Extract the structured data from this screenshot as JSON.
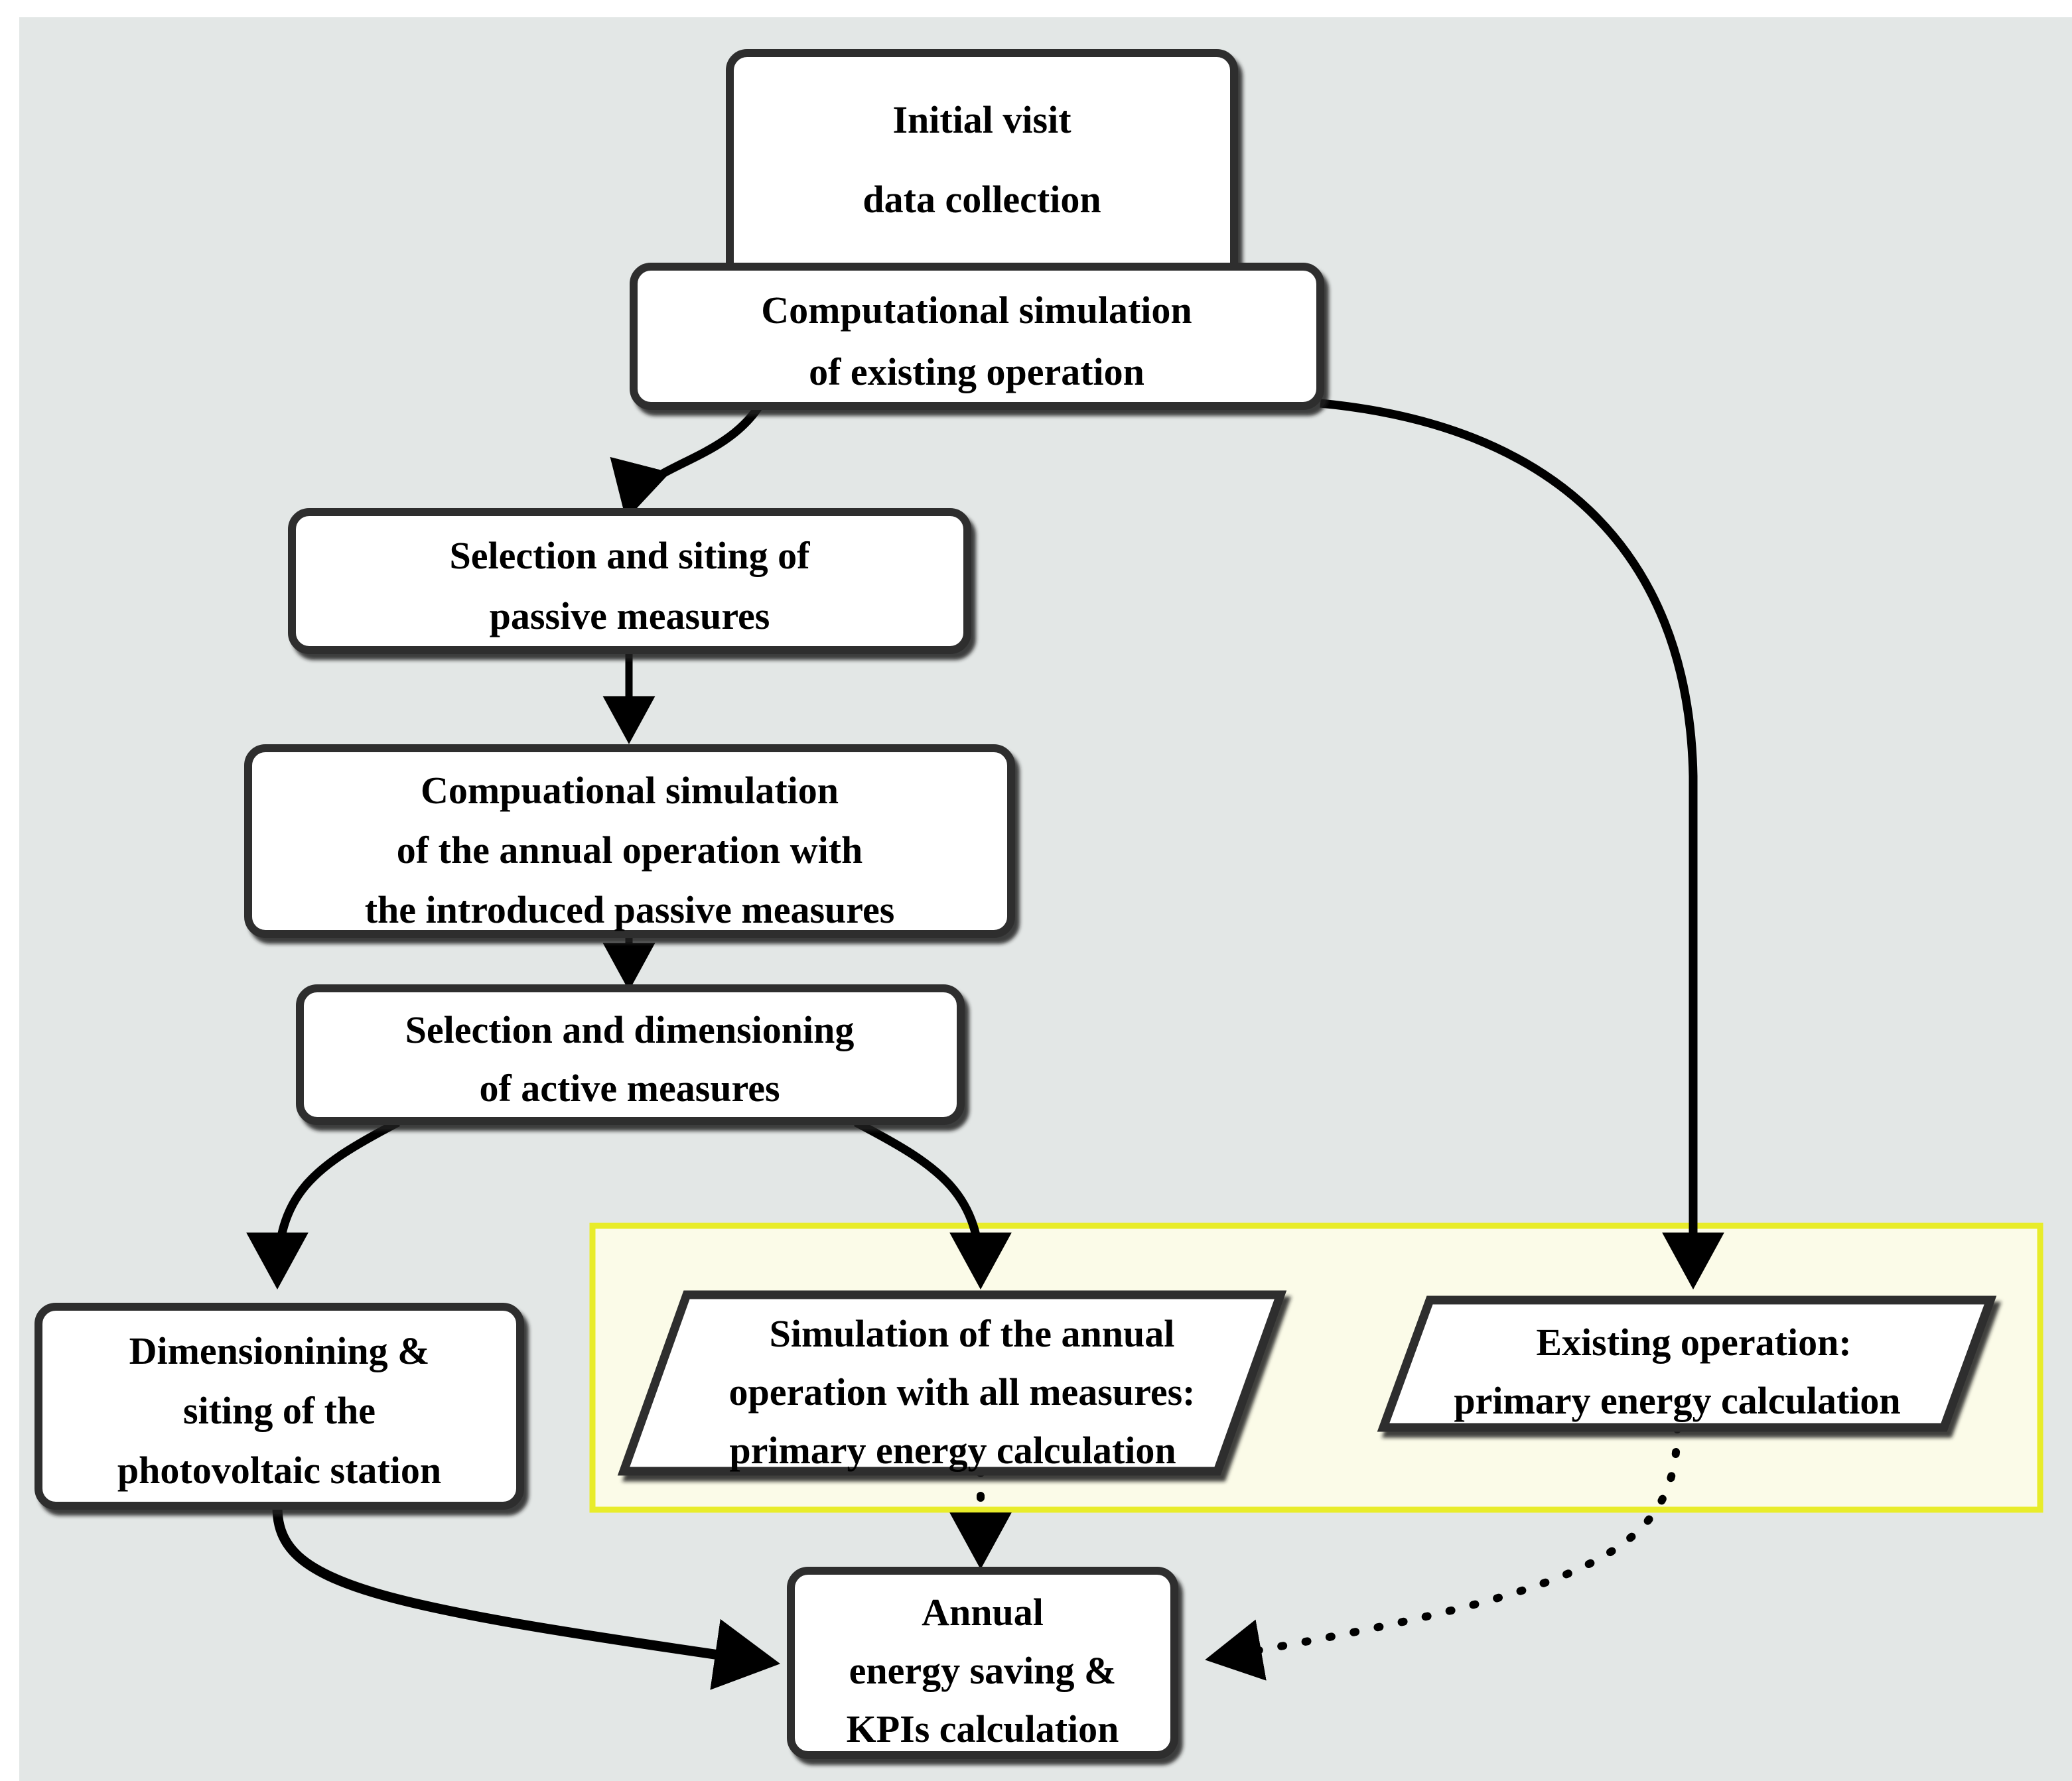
{
  "diagram": {
    "title": "Energy audit methodology flowchart",
    "background_color": "#e3e7e6",
    "page_color": "#ffffff",
    "highlight_group_fill": "#fbfbe8",
    "highlight_group_stroke": "#e8ec2a",
    "node_fill": "#ffffff",
    "node_stroke": "#2e2e2e",
    "connector_color": "#000000"
  },
  "nodes": [
    {
      "id": "initial-visit",
      "shape": "rounded-rect",
      "lines": [
        "Initial visit",
        "data collection"
      ]
    },
    {
      "id": "computational-simulation-existing",
      "shape": "rounded-rect",
      "lines": [
        "Computational simulation",
        "of existing operation"
      ]
    },
    {
      "id": "selection-siting-passive",
      "shape": "rounded-rect",
      "lines": [
        "Selection and siting of",
        "passive measures"
      ]
    },
    {
      "id": "compuational-simulation-annual-passive",
      "shape": "rounded-rect",
      "lines": [
        "Compuational simulation",
        "of the annual operation with",
        "the introduced passive measures"
      ]
    },
    {
      "id": "selection-dimensioning-active",
      "shape": "rounded-rect",
      "lines": [
        "Selection and dimensioning",
        "of active measures"
      ]
    },
    {
      "id": "dimensioning-siting-photovoltaic",
      "shape": "rounded-rect",
      "lines": [
        "Dimensionining &",
        "siting of the",
        "photovoltaic station"
      ]
    },
    {
      "id": "simulation-annual-all-measures",
      "shape": "parallelogram",
      "lines": [
        "Simulation of the annual",
        "operation with all measures:",
        "primary energy calculation"
      ]
    },
    {
      "id": "existing-operation-primary-energy",
      "shape": "parallelogram",
      "lines": [
        "Existing operation:",
        "primary energy calculation"
      ]
    },
    {
      "id": "annual-energy-saving-kpis",
      "shape": "rounded-rect",
      "lines": [
        "Annual",
        "energy saving &",
        "KPIs calculation"
      ]
    }
  ],
  "edges": [
    {
      "id": "e1",
      "from": "initial-visit",
      "to": "computational-simulation-existing",
      "style": "solid"
    },
    {
      "id": "e2",
      "from": "computational-simulation-existing",
      "to": "selection-siting-passive",
      "style": "solid"
    },
    {
      "id": "e3",
      "from": "computational-simulation-existing",
      "to": "existing-operation-primary-energy",
      "style": "solid"
    },
    {
      "id": "e4",
      "from": "selection-siting-passive",
      "to": "compuational-simulation-annual-passive",
      "style": "solid"
    },
    {
      "id": "e5",
      "from": "compuational-simulation-annual-passive",
      "to": "selection-dimensioning-active",
      "style": "solid"
    },
    {
      "id": "e6",
      "from": "selection-dimensioning-active",
      "to": "dimensioning-siting-photovoltaic",
      "style": "solid"
    },
    {
      "id": "e7",
      "from": "selection-dimensioning-active",
      "to": "simulation-annual-all-measures",
      "style": "solid"
    },
    {
      "id": "e8",
      "from": "simulation-annual-all-measures",
      "to": "annual-energy-saving-kpis",
      "style": "dotted"
    },
    {
      "id": "e9",
      "from": "existing-operation-primary-energy",
      "to": "annual-energy-saving-kpis",
      "style": "dotted"
    },
    {
      "id": "e10",
      "from": "dimensioning-siting-photovoltaic",
      "to": "annual-energy-saving-kpis",
      "style": "solid"
    }
  ]
}
